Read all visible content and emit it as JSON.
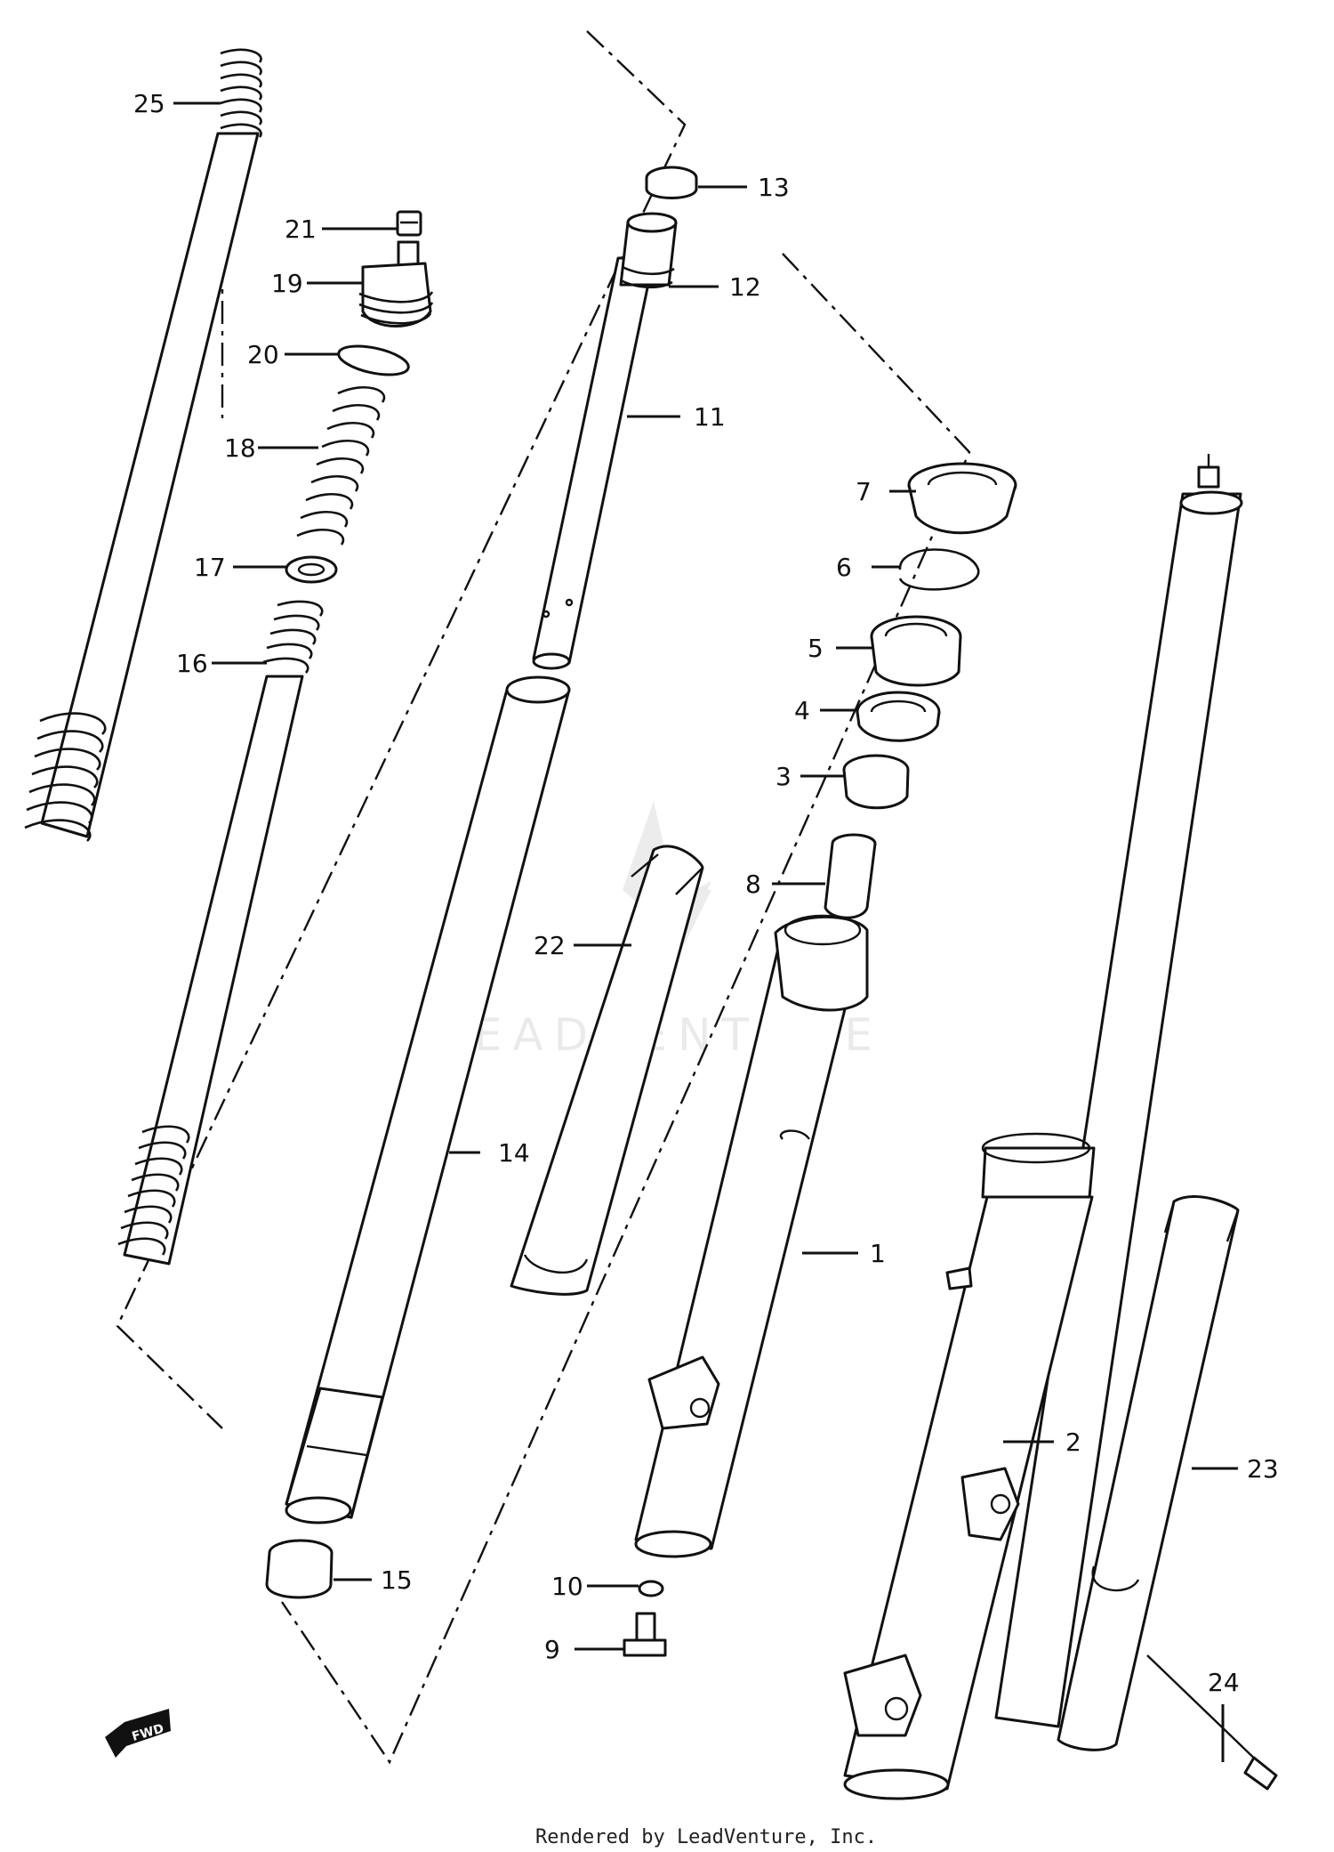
{
  "parts": [
    {
      "id": "p1",
      "number": "1"
    },
    {
      "id": "p2",
      "number": "2"
    },
    {
      "id": "p3",
      "number": "3"
    },
    {
      "id": "p4",
      "number": "4"
    },
    {
      "id": "p5",
      "number": "5"
    },
    {
      "id": "p6",
      "number": "6"
    },
    {
      "id": "p7",
      "number": "7"
    },
    {
      "id": "p8",
      "number": "8"
    },
    {
      "id": "p9",
      "number": "9"
    },
    {
      "id": "p10",
      "number": "10"
    },
    {
      "id": "p11",
      "number": "11"
    },
    {
      "id": "p12",
      "number": "12"
    },
    {
      "id": "p13",
      "number": "13"
    },
    {
      "id": "p14",
      "number": "14"
    },
    {
      "id": "p15",
      "number": "15"
    },
    {
      "id": "p16",
      "number": "16"
    },
    {
      "id": "p17",
      "number": "17"
    },
    {
      "id": "p18",
      "number": "18"
    },
    {
      "id": "p19",
      "number": "19"
    },
    {
      "id": "p20",
      "number": "20"
    },
    {
      "id": "p21",
      "number": "21"
    },
    {
      "id": "p22",
      "number": "22"
    },
    {
      "id": "p23",
      "number": "23"
    },
    {
      "id": "p24",
      "number": "24"
    },
    {
      "id": "p25",
      "number": "25"
    }
  ],
  "watermark": "LEADVENTURE",
  "footer": "Rendered by LeadVenture, Inc.",
  "fwd_badge": "FWD"
}
